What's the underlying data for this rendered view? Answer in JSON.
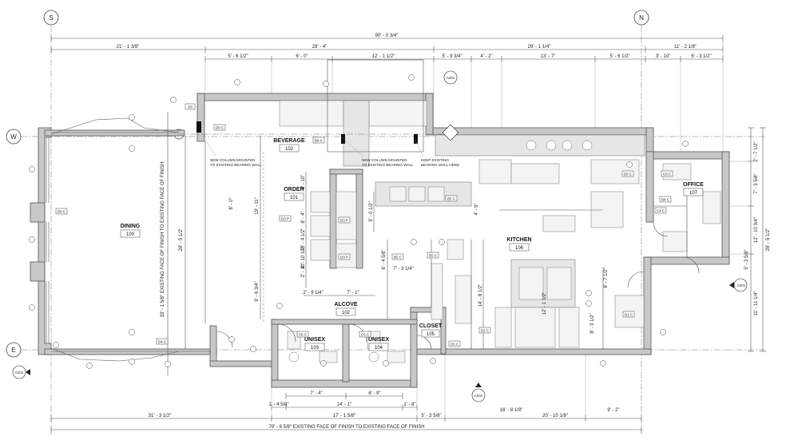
{
  "grid": {
    "columns": [
      "S",
      "N"
    ],
    "rows": [
      "W",
      "E"
    ],
    "point_marker": "A"
  },
  "dimensions_top": {
    "overall": "90' - 0 3/4\"",
    "row2": [
      "21' - 1 3/8\"",
      "29' - 4\"",
      "29' - 1 1/4\"",
      "11' - 2 1/8\""
    ],
    "row3": [
      "5' - 6 1/2\"",
      "6' - 0\"",
      "12' - 1 1/2\"",
      "5' - 9 3/4\"",
      "4' - 2\"",
      "13' - 7\"",
      "5' - 6 1/2\"",
      "3' - 10\"",
      "6' - 3 1/2\""
    ]
  },
  "dimensions_bottom": {
    "row1": [
      "1' - 4 5/8\"",
      "14' - 1\"",
      "1' - 8\""
    ],
    "inner": [
      "7' - 4\"",
      "6' - 9\""
    ],
    "row2": [
      "31' - 3 1/2\"",
      "17' - 1 5/8\"",
      "5' - 3 5/8\"",
      "16' - 8 1/8\"",
      "20' - 10 1/8\"",
      "9' - 2\""
    ],
    "overall": "79' - 6 5/8\" EXISTING FACE OF FINISH TO EXISTING FACE OF FINISH"
  },
  "dimensions_right": [
    "2' - 7 1/2\"",
    "7' - 3 5/8\"",
    "12' - 10 3/4\"",
    "28' - 5 1/2\"",
    "5' - 2 5/8\"",
    "11' - 11 1/4\""
  ],
  "dimensions_interior": {
    "dining_vertical": "33' - 1 5/8\" EXISTING FACE OF FINISH TO EXISTING FACE OF FINISH",
    "dining_depth": "28' - 5 1/2\"",
    "order_depth": "19' - 11\"",
    "order_stack": [
      "3' - 10\"",
      "8' - 4\"",
      "15' - 4 1/2\"",
      "2' - 10\"",
      "4' - 10 1/2\""
    ],
    "order_lower": "9' - 6 3/4\"",
    "counter_width": "9' - 0 1/2\"",
    "alcove_w1": "2' - 9 1/4\"",
    "alcove_w2": "7' - 1\"",
    "pass": "6' - 4 5/8\"",
    "pass2": "7' - 3 1/4\"",
    "kitchen_d1": "4' - 9\"",
    "kitchen_d2": "14' - 8 1/2\"",
    "kitchen_d3": "12' - 1 1/2\"",
    "kitchen_d4": "8' - 3 1/2\"",
    "kitchen_d5": "6' - 7 1/2\"",
    "dining_short": "8' - 0\""
  },
  "rooms": [
    {
      "name": "DINING",
      "number": "100"
    },
    {
      "name": "ORDER",
      "number": "101"
    },
    {
      "name": "BEVERAGE",
      "number": "102"
    },
    {
      "name": "ALCOVE",
      "number": "102"
    },
    {
      "name": "UNISEX",
      "number": "103"
    },
    {
      "name": "UNISEX",
      "number": "104"
    },
    {
      "name": "CLOSET",
      "number": "105"
    },
    {
      "name": "KITCHEN",
      "number": "106"
    },
    {
      "name": "OFFICE",
      "number": "107"
    }
  ],
  "notes": {
    "column1": [
      "NEW COLUMN MOUNTED",
      "TO EXISTING BEARING WALL"
    ],
    "column2": [
      "NEW COLUMN MOUNTED",
      "TO EXISTING BEARING WALL"
    ],
    "keep": [
      "KEEP EXISTING",
      "BEARING WALL HERE"
    ]
  },
  "tags": {
    "d0c": "D0 C",
    "d0c2": "D0 C",
    "d0c3": "D0 C",
    "d3p": "D3 P",
    "d3p2": "D3 P",
    "d3p3": "D3 P",
    "b6c": "B6 C",
    "b5c": "B5 C",
    "b5c2": "B5 C",
    "d5c": "D5 C",
    "c6c": "C6 C",
    "c6c2": "C6 C",
    "c6c3": "C6 C",
    "c4c": "C4 C",
    "d3c": "D3 C",
    "d1c": "D1 C",
    "d2c": "D2 C",
    "b4c": "B4 C",
    "d4c": "D4 C",
    "ss": "SS"
  },
  "section_markers": [
    "A201",
    "A201",
    "A201",
    "A201"
  ],
  "colors": {
    "wall": "#c8c8c8",
    "line": "#555555",
    "background": "#ffffff"
  }
}
